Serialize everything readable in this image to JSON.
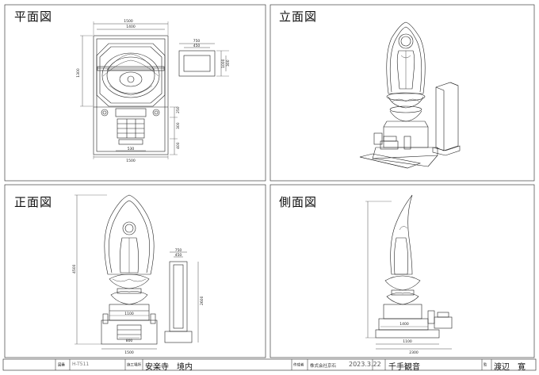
{
  "panels": {
    "plan": {
      "title": "平面図"
    },
    "elevation": {
      "title": "立面図"
    },
    "front": {
      "title": "正面図"
    },
    "side": {
      "title": "側面図"
    }
  },
  "plan_dims": {
    "top_outer": "1500",
    "top_inner": "1400",
    "left_height": "1300",
    "right_a": "250",
    "right_b": "300",
    "right_c": "400",
    "bottom_inner": "530",
    "bottom_outer": "1500",
    "detail_w1": "750",
    "detail_w2": "450",
    "detail_h1": "1000",
    "detail_h2": "300"
  },
  "front_dims": {
    "total_height": "4500",
    "stele_w1": "750",
    "stele_w2": "450",
    "stele_height": "2600",
    "base_a": "1500",
    "base_b": "1100",
    "base_c": "800"
  },
  "side_dims": {
    "base_a": "1400",
    "base_b": "1100",
    "base_total": "2300"
  },
  "title_block": {
    "drawing_no_label": "図番",
    "drawing_no": "H-T511",
    "client_label": "施工場所",
    "client_value": "安楽寺　境内",
    "company_label": "作成者",
    "company_value": "株式会社京石",
    "date": "2023.3.22",
    "drawing_title": "千手観音",
    "designer_label": "監",
    "designer_value": "渡辺　寛"
  }
}
